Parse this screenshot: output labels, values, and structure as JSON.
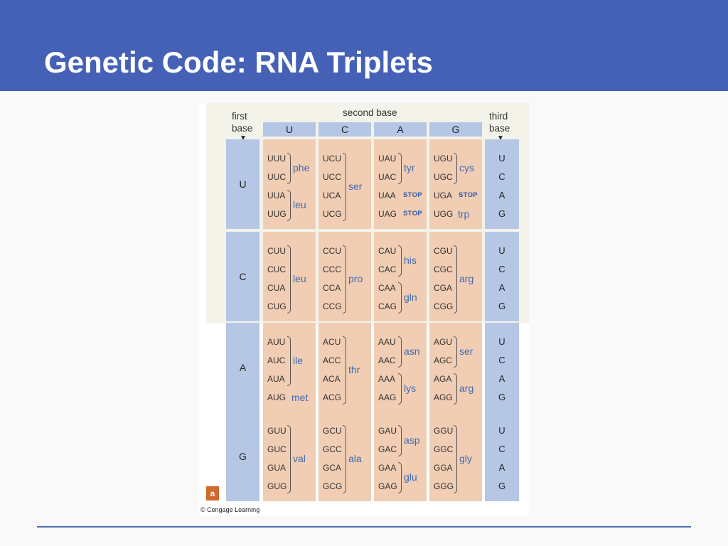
{
  "slide": {
    "title": "Genetic Code: RNA Triplets",
    "colors": {
      "title_bar": "#4561b6",
      "header_fill": "#b6c7e6",
      "cell_fill": "#f0cdb3",
      "amino_acid_text": "#3f6ab2",
      "badge": "#cf6a2c"
    }
  },
  "table": {
    "first_base_label": [
      "first",
      "base"
    ],
    "second_base_label": "second base",
    "third_base_label": [
      "third",
      "base"
    ],
    "marker": "▼",
    "bases": [
      "U",
      "C",
      "A",
      "G"
    ],
    "third_bases": [
      "U",
      "C",
      "A",
      "G"
    ],
    "rows": [
      {
        "first": "U",
        "cells": [
          {
            "codons": [
              "UUU",
              "UUC",
              "UUA",
              "UUG"
            ],
            "groups": [
              {
                "span": [
                  0,
                  1
                ],
                "aa": "phe"
              },
              {
                "span": [
                  2,
                  3
                ],
                "aa": "leu"
              }
            ]
          },
          {
            "codons": [
              "UCU",
              "UCC",
              "UCA",
              "UCG"
            ],
            "groups": [
              {
                "span": [
                  0,
                  3
                ],
                "aa": "ser"
              }
            ]
          },
          {
            "codons": [
              "UAU",
              "UAC",
              "UAA",
              "UAG"
            ],
            "groups": [
              {
                "span": [
                  0,
                  1
                ],
                "aa": "tyr"
              }
            ],
            "stops": [
              2,
              3
            ]
          },
          {
            "codons": [
              "UGU",
              "UGC",
              "UGA",
              "UGG"
            ],
            "groups": [
              {
                "span": [
                  0,
                  1
                ],
                "aa": "cys"
              }
            ],
            "stops": [
              2
            ],
            "singles": [
              {
                "index": 3,
                "aa": "trp"
              }
            ]
          }
        ]
      },
      {
        "first": "C",
        "cells": [
          {
            "codons": [
              "CUU",
              "CUC",
              "CUA",
              "CUG"
            ],
            "groups": [
              {
                "span": [
                  0,
                  3
                ],
                "aa": "leu"
              }
            ]
          },
          {
            "codons": [
              "CCU",
              "CCC",
              "CCA",
              "CCG"
            ],
            "groups": [
              {
                "span": [
                  0,
                  3
                ],
                "aa": "pro"
              }
            ]
          },
          {
            "codons": [
              "CAU",
              "CAC",
              "CAA",
              "CAG"
            ],
            "groups": [
              {
                "span": [
                  0,
                  1
                ],
                "aa": "his"
              },
              {
                "span": [
                  2,
                  3
                ],
                "aa": "gln"
              }
            ]
          },
          {
            "codons": [
              "CGU",
              "CGC",
              "CGA",
              "CGG"
            ],
            "groups": [
              {
                "span": [
                  0,
                  3
                ],
                "aa": "arg"
              }
            ]
          }
        ]
      },
      {
        "first": "A",
        "cells": [
          {
            "codons": [
              "AUU",
              "AUC",
              "AUA",
              "AUG"
            ],
            "groups": [
              {
                "span": [
                  0,
                  2
                ],
                "aa": "ile"
              }
            ],
            "singles": [
              {
                "index": 3,
                "aa": "met"
              }
            ]
          },
          {
            "codons": [
              "ACU",
              "ACC",
              "ACA",
              "ACG"
            ],
            "groups": [
              {
                "span": [
                  0,
                  3
                ],
                "aa": "thr"
              }
            ]
          },
          {
            "codons": [
              "AAU",
              "AAC",
              "AAA",
              "AAG"
            ],
            "groups": [
              {
                "span": [
                  0,
                  1
                ],
                "aa": "asn"
              },
              {
                "span": [
                  2,
                  3
                ],
                "aa": "lys"
              }
            ]
          },
          {
            "codons": [
              "AGU",
              "AGC",
              "AGA",
              "AGG"
            ],
            "groups": [
              {
                "span": [
                  0,
                  1
                ],
                "aa": "ser"
              },
              {
                "span": [
                  2,
                  3
                ],
                "aa": "arg"
              }
            ]
          }
        ]
      },
      {
        "first": "G",
        "cells": [
          {
            "codons": [
              "GUU",
              "GUC",
              "GUA",
              "GUG"
            ],
            "groups": [
              {
                "span": [
                  0,
                  3
                ],
                "aa": "val"
              }
            ]
          },
          {
            "codons": [
              "GCU",
              "GCC",
              "GCA",
              "GCG"
            ],
            "groups": [
              {
                "span": [
                  0,
                  3
                ],
                "aa": "ala"
              }
            ]
          },
          {
            "codons": [
              "GAU",
              "GAC",
              "GAA",
              "GAG"
            ],
            "groups": [
              {
                "span": [
                  0,
                  1
                ],
                "aa": "asp"
              },
              {
                "span": [
                  2,
                  3
                ],
                "aa": "glu"
              }
            ]
          },
          {
            "codons": [
              "GGU",
              "GGC",
              "GGA",
              "GGG"
            ],
            "groups": [
              {
                "span": [
                  0,
                  3
                ],
                "aa": "gly"
              }
            ]
          }
        ]
      }
    ],
    "stop_label": "STOP"
  },
  "figure": {
    "badge": "a",
    "credit": "© Cengage Learning"
  }
}
